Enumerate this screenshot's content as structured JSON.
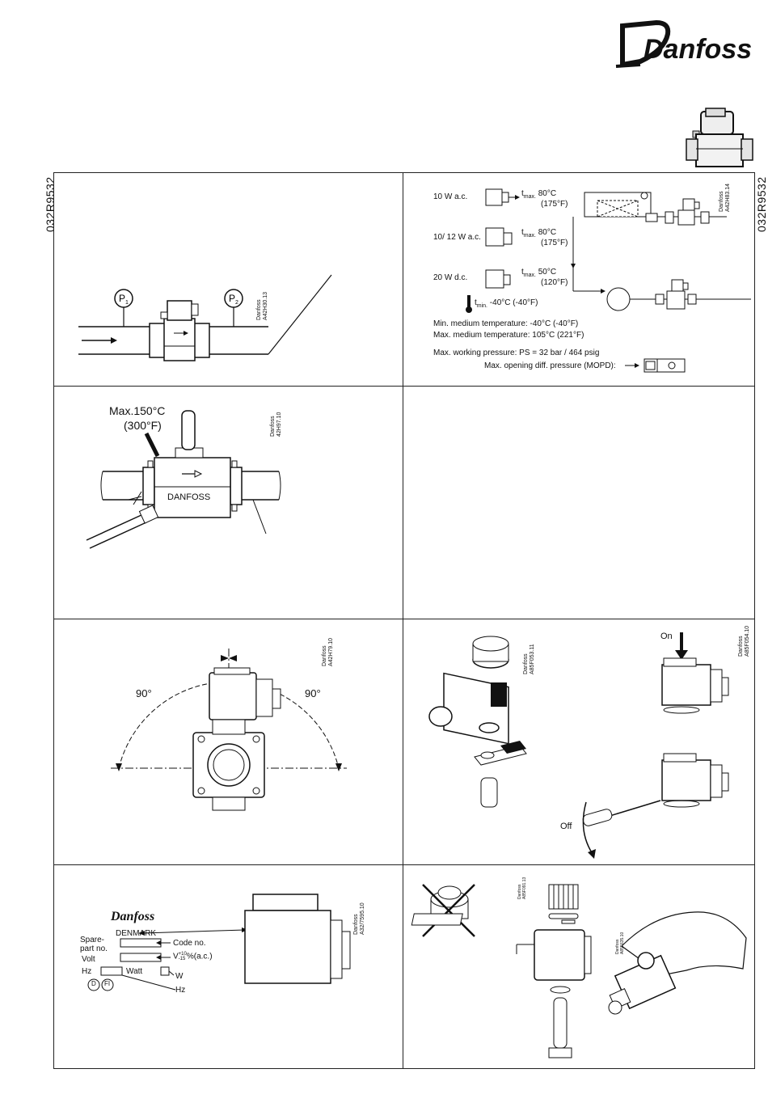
{
  "brand": {
    "logo_text": "Danfoss"
  },
  "document": {
    "code": "032R9532"
  },
  "panel1": {
    "p1_label": "P",
    "p1_sub": "1",
    "p2_label": "P",
    "p2_sub": "2",
    "ref": "Danfoss\nA42H30.13"
  },
  "panel2": {
    "coils": [
      {
        "label": "10 W a.c.",
        "tmax": "t",
        "tmax_sub": "max.",
        "tmax_val": "80°C",
        "tmax_f": "(175°F)"
      },
      {
        "label": "10/ 12 W a.c.",
        "tmax": "t",
        "tmax_sub": "max.",
        "tmax_val": "80°C",
        "tmax_f": "(175°F)"
      },
      {
        "label": "20  W d.c.",
        "tmax": "t",
        "tmax_sub": "max.",
        "tmax_val": "50°C",
        "tmax_f": "(120°F)"
      }
    ],
    "tmin": "t",
    "tmin_sub": "min.",
    "tmin_val": "-40°C (-40°F)",
    "min_medium": "Min. medium temperature: -40°C (-40°F)",
    "max_medium": "Max. medium temperature: 105°C (221°F)",
    "max_working": "Max. working pressure: PS = 32 bar / 464 psig",
    "mopd": "Max. opening diff. pressure (MOPD):",
    "ref": "Danfoss\nA42H83.14"
  },
  "panel3": {
    "max_temp_c": "Max.150°C",
    "max_temp_f": "(300°F)",
    "body_label": "DANFOSS",
    "ref": "Danfoss\n42H97.10"
  },
  "panel5": {
    "angle_left": "90°",
    "angle_right": "90°",
    "ref": "Danfoss\nA42H79.10"
  },
  "panel6": {
    "on_label": "On",
    "off_label": "Off",
    "ref_left": "Danfoss\nA85F053.11",
    "ref_right": "Danfoss\nA85F054.10"
  },
  "panel7": {
    "denmark": "DENMARK",
    "spare": "Spare-",
    "part_no": "part no.",
    "volt": "Volt",
    "hz": "Hz",
    "watt": "Watt",
    "code_no": "Code no.",
    "volt_tol": "V",
    "volt_tol_sup": "+10",
    "volt_tol_sub": "-15",
    "volt_tol_rest": "%(a.c.)",
    "w": "W",
    "hz_right": "Hz",
    "approval_d": "D",
    "approval_fi": "FI",
    "ref": "Danfoss\nA32/7595.10"
  },
  "panel8": {
    "ref_a": "Danfoss\nA85F091.13",
    "ref_b": "Danfoss\nA85F635.10"
  }
}
